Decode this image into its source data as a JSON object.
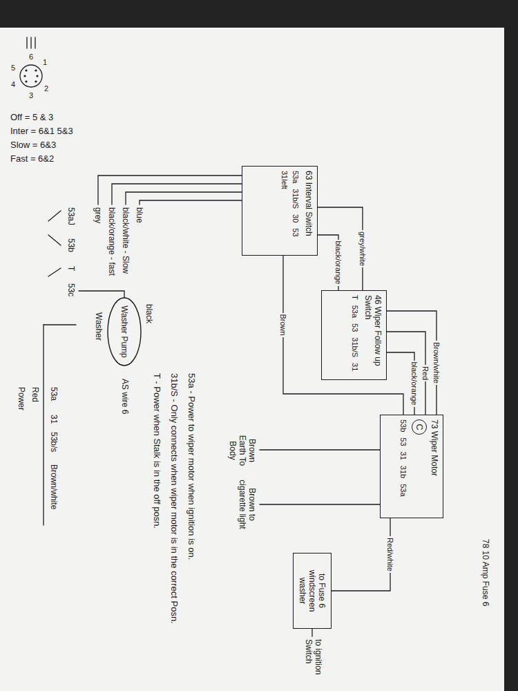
{
  "diagram": {
    "nodes": [
      {
        "text": [
          "63 Interval Switch",
          "53a",
          "31b/S",
          "30",
          "53",
          "31left"
        ]
      },
      {
        "text": [
          "46 Wiper Follow up Switch",
          "T",
          "53a",
          "53",
          "31b/S",
          "31"
        ]
      },
      {
        "text": [
          "73 Wiper Motor",
          "C",
          "53b",
          "53",
          "31",
          "31b",
          "53a"
        ]
      },
      {
        "text": [
          "to Fuse 6 windscreen washer"
        ]
      },
      {
        "text": [
          "Washer Pump"
        ]
      }
    ],
    "edges": [
      {
        "from": 0,
        "to": 1,
        "label": "grey/white",
        "arrow": "none"
      },
      {
        "from": 0,
        "to": 1,
        "label": "black/orange",
        "arrow": "none"
      },
      {
        "from": 0,
        "to": 2,
        "label": "Brown",
        "arrow": "none"
      },
      {
        "from": 1,
        "to": 2,
        "label": "Brown/white",
        "arrow": "none"
      },
      {
        "from": 1,
        "to": 2,
        "label": "Red",
        "arrow": "none"
      },
      {
        "from": 1,
        "to": 2,
        "label": "black/orange",
        "arrow": "none"
      },
      {
        "from": 2,
        "to": 3,
        "label": "Red/white",
        "arrow": "none"
      }
    ],
    "labels": [
      "Off = 5 & 3",
      "Inter = 6&1 5&3",
      "Slow = 6&3",
      "Fast = 6&2",
      "1",
      "2",
      "3",
      "4",
      "5",
      "6",
      "blue",
      "black/white - Slow",
      "black/orange - fast",
      "grey",
      "53aJ",
      "53b",
      "T",
      "53c",
      "black",
      "Washer",
      "AS wire 6",
      "53a",
      "31",
      "53b/s",
      "Brown/white",
      "Red",
      "Power",
      "Brown Earth To Body",
      "Brown to cigarette light",
      "78 10 Amp Fuse 6",
      "to ignition Switch",
      "53a - Power to wiper motor when ignition is on.",
      "31b/S - Only connects when wiper motor is in the correct Posn.",
      "T - Power when Stalk is in the off posn."
    ]
  }
}
